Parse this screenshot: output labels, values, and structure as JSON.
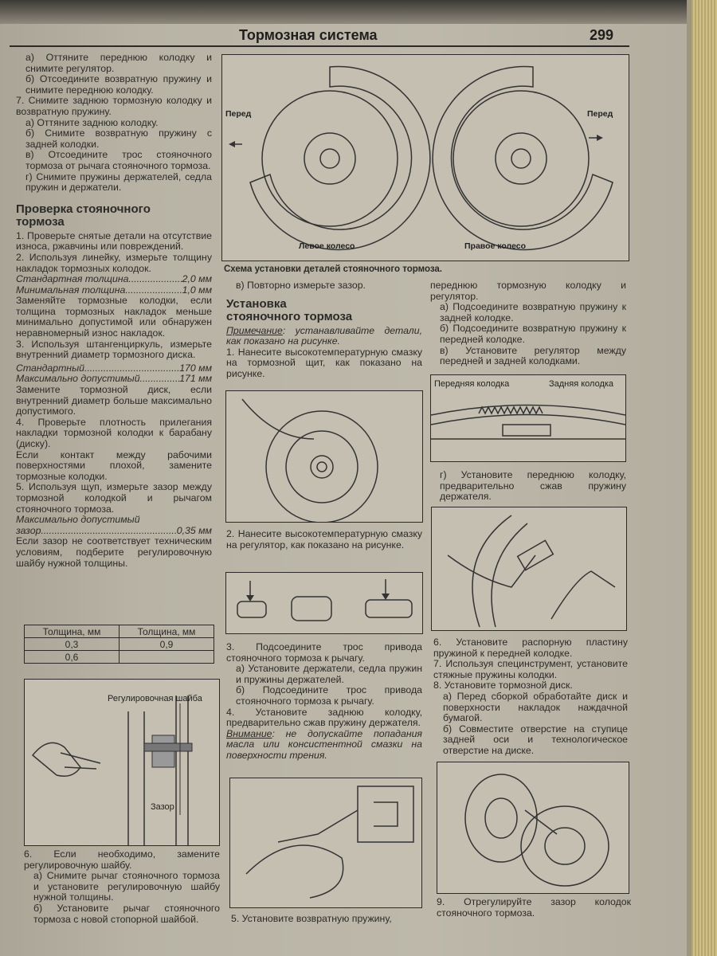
{
  "header": {
    "title": "Тормозная система",
    "page": "299"
  },
  "left": {
    "top": [
      {
        "c": "i",
        "t": "а) Оттяните переднюю колодку и снимите регулятор."
      },
      {
        "c": "i",
        "t": "б) Отсоедините возвратную пружину и снимите переднюю колодку."
      },
      {
        "c": "",
        "t": "7. Снимите заднюю тормозную колодку и возвратную пружину."
      },
      {
        "c": "i",
        "t": "а) Оттяните заднюю колодку."
      },
      {
        "c": "i",
        "t": "б) Снимите возвратную пружину с задней колодки."
      },
      {
        "c": "i",
        "t": "в) Отсоедините трос стояночного тормоза от рычага стояночного тормоза."
      },
      {
        "c": "i",
        "t": "г) Снимите пружины держателей, седла пружин и держатели."
      }
    ],
    "heading": "Проверка стояночного тормоза",
    "p1": "1. Проверьте снятые детали на отсутствие износа, ржавчины или повреждений.",
    "p2": "2. Используя линейку, измерьте толщину накладок тормозных колодок.",
    "spec1": {
      "label": "Стандартная толщина",
      "value": "2,0 мм"
    },
    "spec2": {
      "label": "Минимальная толщина",
      "value": "1,0 мм"
    },
    "p3": "Заменяйте тормозные колодки, если толщина тормозных накладок меньше минимально допустимой или обнаружен неравномерный износ накладок.",
    "p4": "3. Используя штангенциркуль, измерьте внутренний диаметр тормозного диска.",
    "spec3": {
      "label": "Стандартный",
      "value": "170 мм"
    },
    "spec4": {
      "label": "Максимально допустимый",
      "value": "171 мм"
    },
    "p5": "Замените тормозной диск, если внутренний диаметр больше максимально допустимого.",
    "p6": "4. Проверьте плотность прилегания накладки тормозной колодки к барабану (диску).",
    "p7": "Если контакт между рабочими поверхностями плохой, замените тормозные колодки.",
    "p8": "5. Используя щуп, измерьте зазор между тормозной колодкой и рычагом стояночного тормоза.",
    "spec5": {
      "label1": "Максимально допустимый",
      "label2": "зазор",
      "value": "0,35 мм"
    },
    "p9": "Если зазор не соответствует техническим условиям, подберите регулировочную шайбу нужной толщины.",
    "table": {
      "headers": [
        "Толщина, мм",
        "Толщина, мм"
      ],
      "rows": [
        [
          "0,3",
          "0,9"
        ],
        [
          "0,6",
          ""
        ]
      ]
    },
    "fig": {
      "washer": "Регулировочная шайба",
      "gap": "Зазор"
    },
    "bottom": [
      {
        "c": "",
        "t": "6. Если необходимо, замените регулировочную шайбу."
      },
      {
        "c": "i",
        "t": "а) Снимите рычаг стояночного тормоза и установите регулировочную шайбу нужной толщины."
      },
      {
        "c": "i",
        "t": "б) Установите рычаг стояночного тормоза с новой стопорной шайбой."
      }
    ]
  },
  "topfig": {
    "front_left": "Перед",
    "front_right": "Перед",
    "left_wheel": "Левое колесо",
    "right_wheel": "Правое колесо",
    "caption": "Схема установки деталей стояночного тормоза."
  },
  "middle": {
    "p0": "в) Повторно измерьте зазор.",
    "heading": "Установка стояночного тормоза",
    "note_label": "Примечание",
    "note": ": устанавливайте детали, как показано на рисунке.",
    "s1": "1. Нанесите высокотемпературную смазку на тормозной щит, как показано на рисунке.",
    "s2": "2. Нанесите высокотемпературную смазку на регулятор, как показано на рисунке.",
    "s3": [
      {
        "c": "",
        "t": "3. Подсоедините трос привода стояночного тормоза к рычагу."
      },
      {
        "c": "i",
        "t": "а) Установите держатели, седла пружин и пружины держателей."
      },
      {
        "c": "i",
        "t": "б) Подсоедините трос привода стояночного тормоза к рычагу."
      },
      {
        "c": "",
        "t": "4. Установите заднюю колодку, предварительно сжав пружину держателя."
      }
    ],
    "warn_label": "Внимание",
    "warn": ": не допускайте попадания масла или консистентной смазки на поверхности трения.",
    "s5": "5. Установите возвратную пружину,"
  },
  "right": {
    "top": [
      {
        "c": "",
        "t": "переднюю тормозную колодку и регулятор."
      },
      {
        "c": "i",
        "t": "а) Подсоедините возвратную пружину к задней колодке."
      },
      {
        "c": "i",
        "t": "б) Подсоедините возвратную пружину к передней колодке."
      },
      {
        "c": "i",
        "t": "в) Установите регулятор между передней и задней колодками."
      }
    ],
    "fig": {
      "front_shoe": "Передняя колодка",
      "rear_shoe": "Задняя колодка"
    },
    "g": "г) Установите переднюю колодку, предварительно сжав пружину держателя.",
    "mid": [
      {
        "c": "",
        "t": "6. Установите распорную пластину пружиной к передней колодке."
      },
      {
        "c": "",
        "t": "7. Используя специнструмент, установите стяжные пружины колодки."
      },
      {
        "c": "",
        "t": "8. Установите тормозной диск."
      },
      {
        "c": "i",
        "t": "а) Перед сборкой обработайте диск и поверхности накладок наждачной бумагой."
      },
      {
        "c": "i",
        "t": "б) Совместите отверстие на ступице задней оси и технологическое отверстие на диске."
      }
    ],
    "s9": "9. Отрегулируйте зазор колодок стояночного тормоза."
  }
}
